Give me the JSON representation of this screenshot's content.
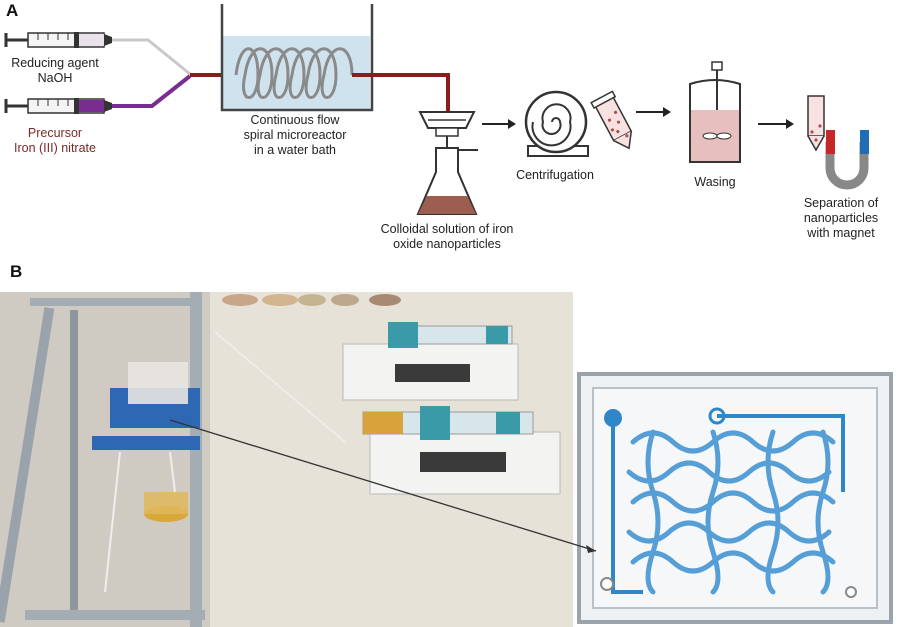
{
  "panel_a": {
    "letter": "A",
    "reducing_agent": [
      "Reducing agent",
      "NaOH"
    ],
    "precursor": [
      "Precursor",
      "Iron (III) nitrate"
    ],
    "microreactor": [
      "Continuous flow",
      "spiral microreactor",
      "in a water bath"
    ],
    "colloidal": [
      "Colloidal solution of iron",
      "oxide nanoparticles"
    ],
    "centrifugation": "Centrifugation",
    "washing": "Wasing",
    "separation": [
      "Separation of",
      "nanoparticles",
      "with magnet"
    ]
  },
  "panel_b": {
    "letter": "B"
  },
  "colors": {
    "precursor_purple": "#7a2d91",
    "tube_red": "#8c1c1c",
    "water_blue": "#cfe3ee",
    "brown_solution": "#9c5e50",
    "chip_blue": "#2f86c8",
    "magnet_red": "#c62828",
    "magnet_blue": "#1e6db5"
  }
}
